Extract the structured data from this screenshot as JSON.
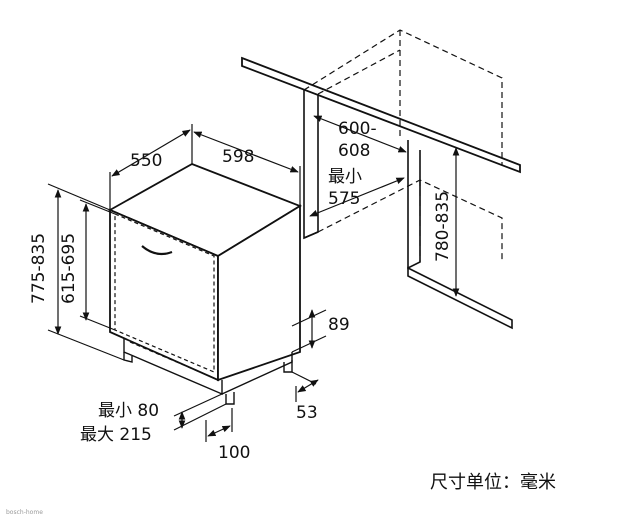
{
  "diagram": {
    "width_label": "598",
    "depth_label": "550",
    "height_range_label": "775-835",
    "door_height_label": "615-695",
    "niche_depth_label_line1": "600-",
    "niche_depth_label_line2": "608",
    "niche_min_label_line1": "最小",
    "niche_min_label_line2": "575",
    "niche_height_label": "780-835",
    "plinth_label": "89",
    "foot_offset_label": "53",
    "foot_gap_label": "100",
    "plinth_min_label": "最小 80",
    "plinth_max_label": "最大 215"
  },
  "caption": "尺寸单位：毫米",
  "watermark": "bosch-home"
}
